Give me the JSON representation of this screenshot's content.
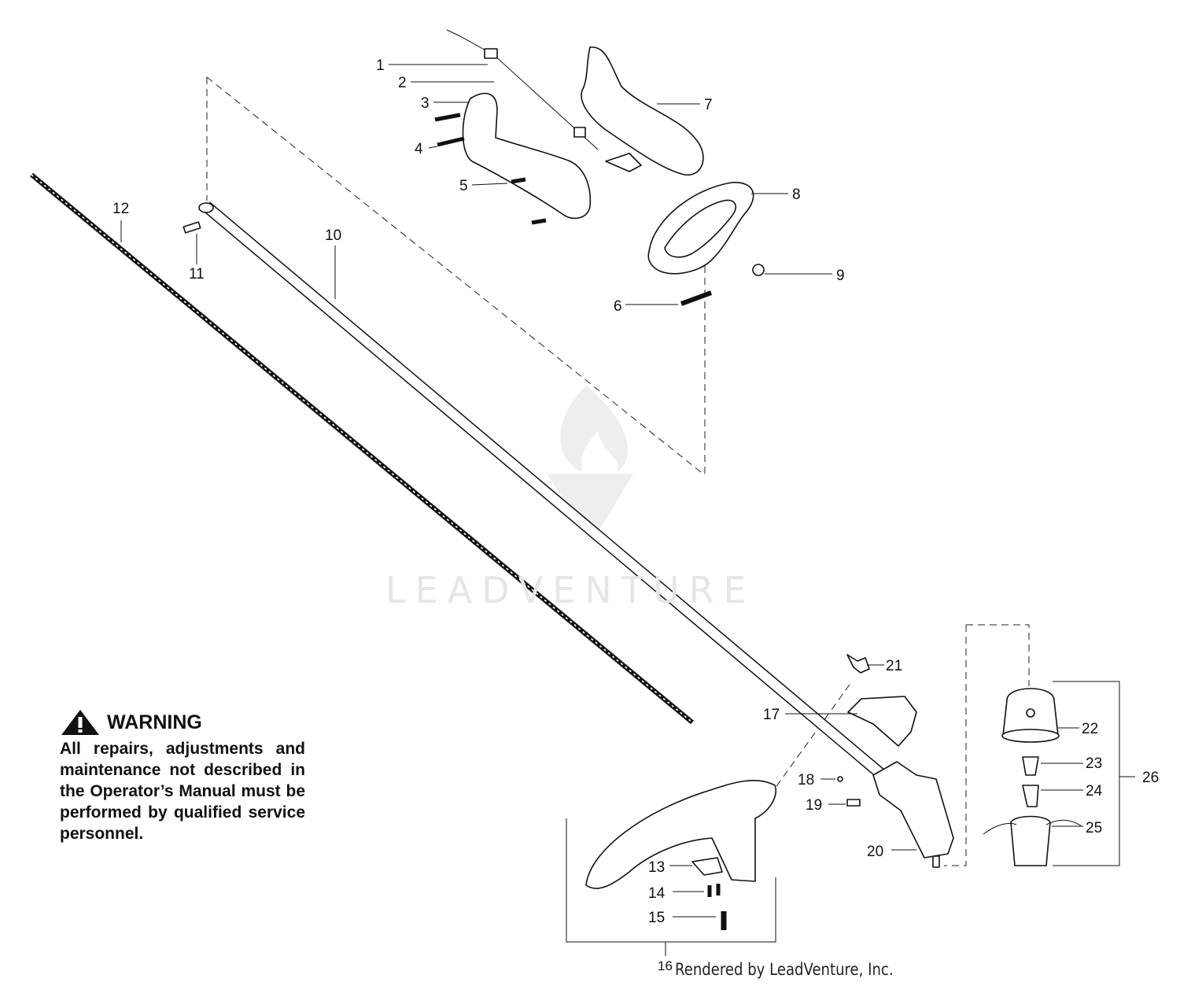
{
  "callouts": [
    "1",
    "2",
    "3",
    "4",
    "5",
    "6",
    "7",
    "8",
    "9",
    "10",
    "11",
    "12",
    "13",
    "14",
    "15",
    "16",
    "17",
    "18",
    "19",
    "20",
    "21",
    "22",
    "23",
    "24",
    "25",
    "26"
  ],
  "warning": {
    "title": "WARNING",
    "text": "All repairs, adjustments and maintenance not described in the Operator’s Manual must be performed by qualified service personnel."
  },
  "credit": "Rendered by LeadVenture, Inc.",
  "watermark": "LEADVENTURE",
  "icons": [
    "warning-triangle-icon",
    "flame-logo-icon"
  ]
}
